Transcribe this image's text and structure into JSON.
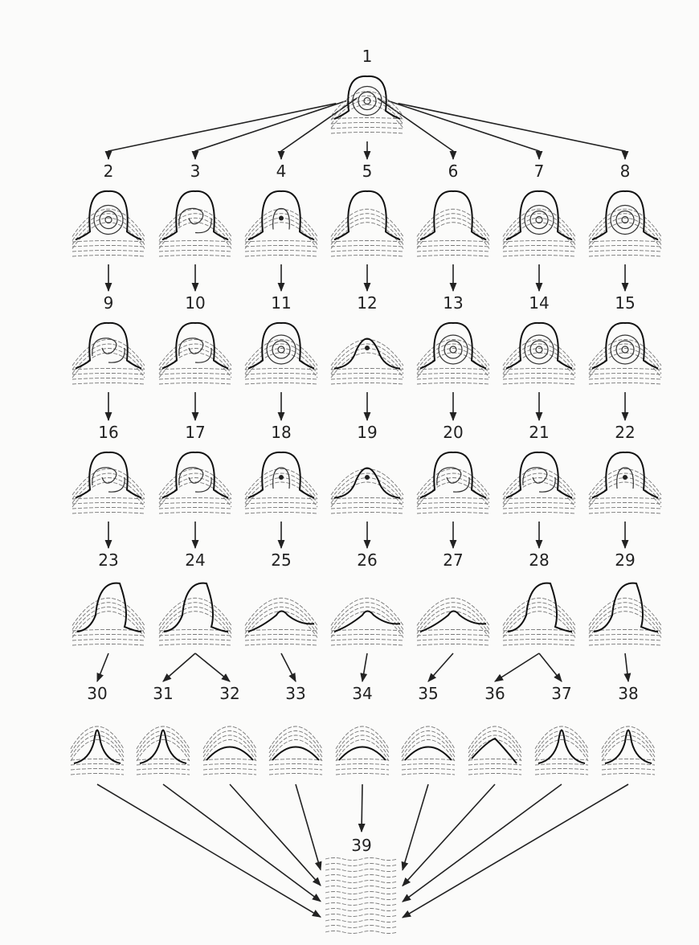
{
  "diagram": {
    "nodes": [
      {
        "id": "1"
      },
      {
        "id": "2"
      },
      {
        "id": "3"
      },
      {
        "id": "4"
      },
      {
        "id": "5"
      },
      {
        "id": "6"
      },
      {
        "id": "7"
      },
      {
        "id": "8"
      },
      {
        "id": "9"
      },
      {
        "id": "10"
      },
      {
        "id": "11"
      },
      {
        "id": "12"
      },
      {
        "id": "13"
      },
      {
        "id": "14"
      },
      {
        "id": "15"
      },
      {
        "id": "16"
      },
      {
        "id": "17"
      },
      {
        "id": "18"
      },
      {
        "id": "19"
      },
      {
        "id": "20"
      },
      {
        "id": "21"
      },
      {
        "id": "22"
      },
      {
        "id": "23"
      },
      {
        "id": "24"
      },
      {
        "id": "25"
      },
      {
        "id": "26"
      },
      {
        "id": "27"
      },
      {
        "id": "28"
      },
      {
        "id": "29"
      },
      {
        "id": "30"
      },
      {
        "id": "31"
      },
      {
        "id": "32"
      },
      {
        "id": "33"
      },
      {
        "id": "34"
      },
      {
        "id": "35"
      },
      {
        "id": "36"
      },
      {
        "id": "37"
      },
      {
        "id": "38"
      },
      {
        "id": "39"
      }
    ],
    "edges": [
      [
        "1",
        "2"
      ],
      [
        "1",
        "3"
      ],
      [
        "1",
        "4"
      ],
      [
        "1",
        "5"
      ],
      [
        "1",
        "6"
      ],
      [
        "1",
        "7"
      ],
      [
        "1",
        "8"
      ],
      [
        "2",
        "9"
      ],
      [
        "3",
        "10"
      ],
      [
        "4",
        "11"
      ],
      [
        "5",
        "12"
      ],
      [
        "6",
        "13"
      ],
      [
        "7",
        "14"
      ],
      [
        "8",
        "15"
      ],
      [
        "9",
        "16"
      ],
      [
        "10",
        "17"
      ],
      [
        "11",
        "18"
      ],
      [
        "12",
        "19"
      ],
      [
        "13",
        "20"
      ],
      [
        "14",
        "21"
      ],
      [
        "15",
        "22"
      ],
      [
        "16",
        "23"
      ],
      [
        "17",
        "24"
      ],
      [
        "18",
        "25"
      ],
      [
        "19",
        "26"
      ],
      [
        "20",
        "27"
      ],
      [
        "21",
        "28"
      ],
      [
        "22",
        "29"
      ],
      [
        "23",
        "30"
      ],
      [
        "24",
        "31"
      ],
      [
        "24",
        "32"
      ],
      [
        "25",
        "33"
      ],
      [
        "26",
        "34"
      ],
      [
        "27",
        "35"
      ],
      [
        "28",
        "36"
      ],
      [
        "28",
        "37"
      ],
      [
        "29",
        "38"
      ],
      [
        "30",
        "39"
      ],
      [
        "31",
        "39"
      ],
      [
        "32",
        "39"
      ],
      [
        "33",
        "39"
      ],
      [
        "34",
        "39"
      ],
      [
        "35",
        "39"
      ],
      [
        "36",
        "39"
      ],
      [
        "37",
        "39"
      ],
      [
        "38",
        "39"
      ]
    ]
  }
}
